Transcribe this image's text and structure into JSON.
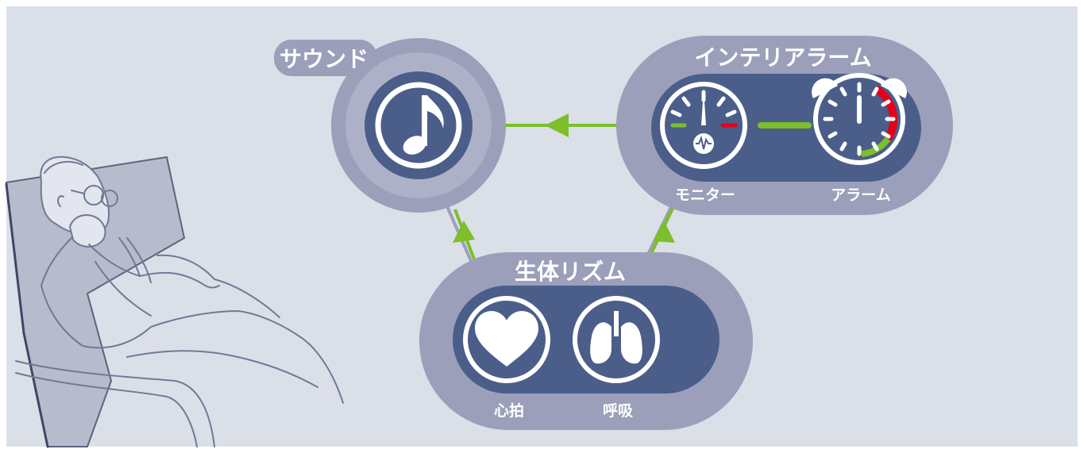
{
  "colors": {
    "background": "#dbdfe8",
    "frame": "#ffffff",
    "pill_outer": "#9b9fba",
    "pill_ring": "#adb1c8",
    "pill_inner": "#4b5e8a",
    "icon_white": "#ffffff",
    "flow_green": "#7cbf2a",
    "alarm_red": "#e3001b",
    "sketch_line": "#6f7a95"
  },
  "sound": {
    "title": "サウンド",
    "icon": "music-note-icon"
  },
  "interior_alarm": {
    "title": "インテリアラーム",
    "monitor": {
      "label": "モニター",
      "icon": "gauge-heartbeat-icon"
    },
    "alarm": {
      "label": "アラーム",
      "icon": "alarm-clock-icon"
    }
  },
  "biorhythm": {
    "title": "生体リズム",
    "heart": {
      "label": "心拍",
      "icon": "heart-icon"
    },
    "lungs": {
      "label": "呼吸",
      "icon": "lungs-icon"
    }
  },
  "flows": [
    {
      "from": "interior_alarm",
      "to": "sound",
      "icon": "arrow-left-icon"
    },
    {
      "from": "biorhythm",
      "to": "sound",
      "icon": "arrow-up-icon"
    },
    {
      "from": "biorhythm",
      "to": "interior_alarm",
      "icon": "arrow-up-icon"
    }
  ],
  "illustration": {
    "icon": "sleeping-man-in-chair-icon"
  }
}
